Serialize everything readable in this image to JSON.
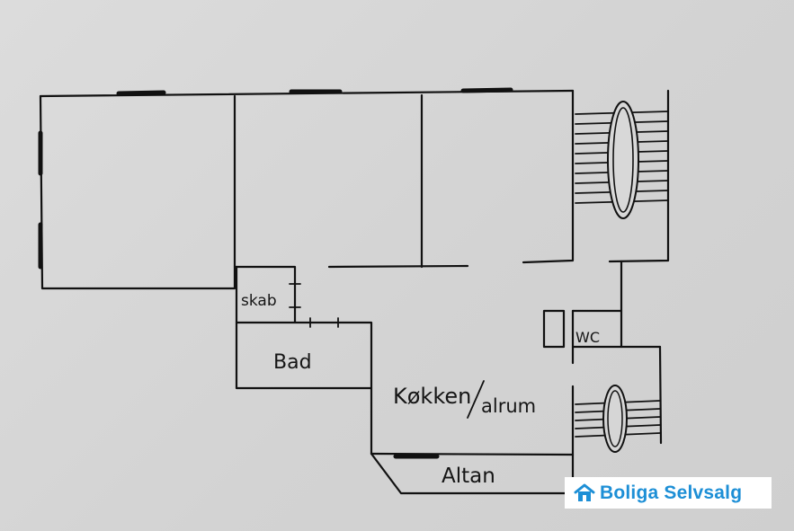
{
  "rooms": {
    "skab": "skab",
    "bad": "Bad",
    "wc": "WC",
    "kokken": "Køkken",
    "alrum": "alrum",
    "altan": "Altan"
  },
  "watermark": {
    "text": "Boliga Selvsalg",
    "color": "#1d8fd6"
  }
}
